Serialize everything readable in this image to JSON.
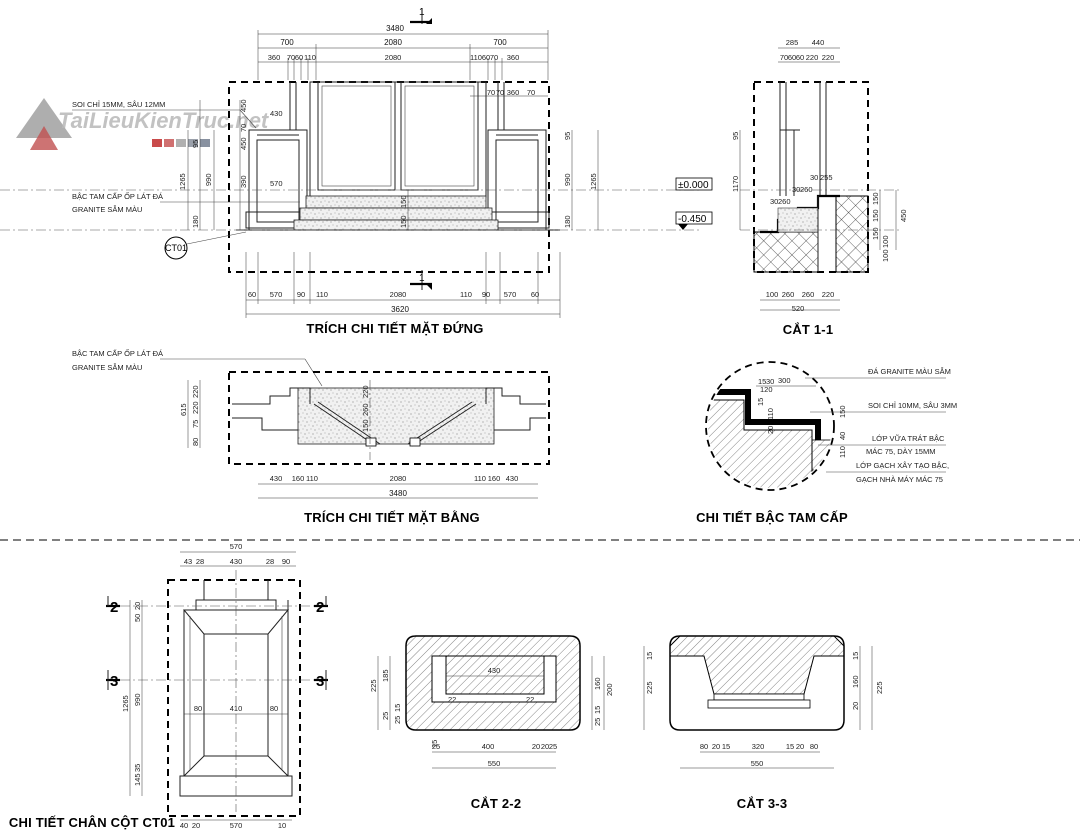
{
  "watermark": {
    "text": "TaiLieuKienTruc.net"
  },
  "titles": {
    "elevation": "TRÍCH CHI TIẾT MẶT ĐỨNG",
    "section_1_1": "CẮT 1-1",
    "plan": "TRÍCH CHI TIẾT MẶT BẰNG",
    "step_detail": "CHI TIẾT BẬC TAM CẤP",
    "column_base": "CHI TIẾT CHÂN CỘT CT01",
    "section_2_2": "CẮT 2-2",
    "section_3_3": "CẮT 3-3"
  },
  "notes": {
    "groove": "SOI CHỈ 15MM, SÂU 12MM",
    "step_line1": "BẬC TAM CẤP ỐP LÁT ĐÁ",
    "step_line2": "GRANITE SẪM MÀU",
    "plan_line1": "BẬC TAM CẤP ỐP LÁT ĐÁ",
    "plan_line2": "GRANITE SẪM MÀU",
    "granite": "ĐÁ GRANITE MÀU SẪM",
    "groove2": "SOI CHỈ 10MM, SÂU 3MM",
    "mortar1": "LỚP VỮA TRÁT BẬC",
    "mortar2": "MÁC 75, DÀY 15MM",
    "brick1": "LỚP GẠCH XÂY TẠO BẬC,",
    "brick2": "GẠCH NHÀ MÁY MÁC 75"
  },
  "tags": {
    "ct01": "CT01",
    "cut1": "1",
    "cut2": "2",
    "cut3": "3"
  },
  "levels": {
    "top": "±0.000",
    "bottom": "-0.450"
  },
  "dims_elev_top": {
    "total": "3480",
    "a": "700",
    "b": "2080",
    "c": "700",
    "r2": [
      "360",
      "70",
      "60",
      "110",
      "2080",
      "110",
      "60",
      "70",
      "360"
    ],
    "r3": [
      "70",
      "70",
      "360",
      "70"
    ]
  },
  "dims_elev_left": [
    "450",
    "430",
    "95",
    "450",
    "70",
    "990",
    "1265",
    "390",
    "570",
    "180"
  ],
  "dims_elev_right": [
    "95",
    "990",
    "1265",
    "180",
    "150",
    "150"
  ],
  "dims_elev_bottom": [
    "60",
    "570",
    "90",
    "110",
    "2080",
    "110",
    "90",
    "570",
    "60"
  ],
  "dims_elev_total": "3620",
  "dims_s11_top": [
    "285",
    "440",
    "70",
    "60",
    "60",
    "220",
    "220"
  ],
  "dims_s11_side": [
    "95",
    "1170",
    "30",
    "255",
    "30",
    "260",
    "30",
    "260",
    "150",
    "150",
    "150",
    "450",
    "100",
    "100"
  ],
  "dims_s11_bottom": [
    "100",
    "260",
    "260",
    "220"
  ],
  "dims_s11_total": "520",
  "dims_plan_left": [
    "220",
    "220",
    "615",
    "75",
    "80"
  ],
  "dims_plan_center": [
    "220",
    "260",
    "150"
  ],
  "dims_plan_bottom": [
    "430",
    "160",
    "110",
    "2080",
    "110",
    "160",
    "430"
  ],
  "dims_plan_total": "3480",
  "dims_step": [
    "15",
    "30",
    "120",
    "300",
    "150",
    "110",
    "40",
    "20",
    "15",
    "110"
  ],
  "dims_col_top": [
    "570",
    "43",
    "28",
    "430",
    "28",
    "90"
  ],
  "dims_col_left": [
    "50",
    "20",
    "1265",
    "990",
    "145",
    "35"
  ],
  "dims_col_mid": [
    "80",
    "410",
    "80"
  ],
  "dims_col_bottom": [
    "40",
    "20",
    "570",
    "10"
  ],
  "dims_s22": {
    "top": "430",
    "left": [
      "225",
      "185",
      "25",
      "15",
      "15",
      "25"
    ],
    "right": [
      "160",
      "200",
      "15",
      "25"
    ],
    "inner": [
      "22",
      "22"
    ],
    "bottom": [
      "25",
      "400",
      "20",
      "20",
      "25"
    ],
    "total": "550"
  },
  "dims_s33": {
    "left": [
      "15",
      "225"
    ],
    "right": [
      "15",
      "160",
      "20",
      "225"
    ],
    "bottom": [
      "80",
      "20",
      "15",
      "320",
      "15",
      "20",
      "80"
    ],
    "total": "550"
  }
}
